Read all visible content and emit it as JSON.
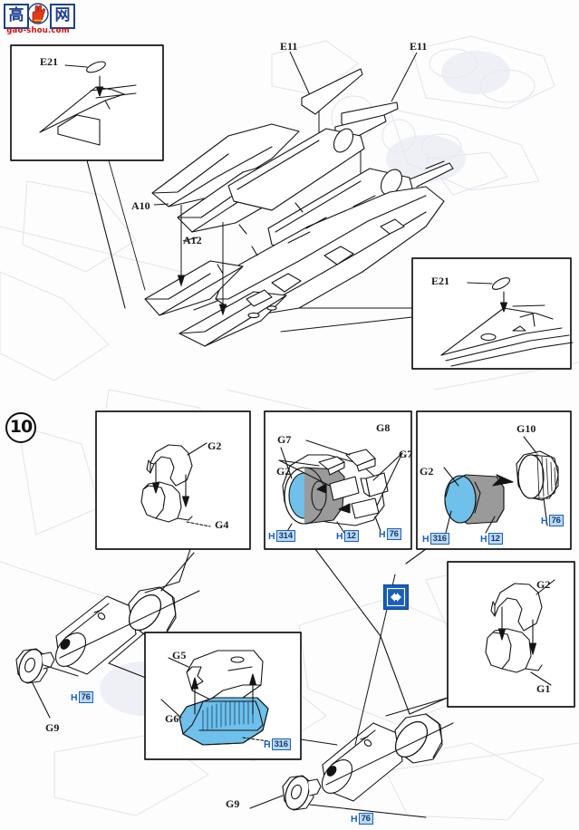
{
  "meta": {
    "sheet_type": "model-kit-assembly-instructions",
    "step_number": "10"
  },
  "logo": {
    "char1": "高",
    "char2": "网",
    "url": "gao-shou.com",
    "box_color": "#1d3f8f",
    "url_color": "#cc1111"
  },
  "top_section": {
    "inset_left": {
      "label": "E21"
    },
    "inset_right": {
      "label": "E21"
    },
    "callouts": [
      {
        "id": "e11-left",
        "label": "E11"
      },
      {
        "id": "e11-right",
        "label": "E11"
      },
      {
        "id": "a10",
        "label": "A10"
      },
      {
        "id": "a12",
        "label": "A12"
      }
    ]
  },
  "step10": {
    "number": "10",
    "box_g2g4": {
      "parts": [
        {
          "label": "G2"
        },
        {
          "label": "G4"
        }
      ]
    },
    "box_intake": {
      "parts": [
        {
          "label": "G7"
        },
        {
          "label": "G8"
        },
        {
          "label": "G7"
        },
        {
          "label": "G2"
        }
      ],
      "paint_codes": [
        {
          "prefix": "H",
          "code": "314"
        },
        {
          "prefix": "H",
          "code": "12"
        },
        {
          "prefix": "H",
          "code": "76"
        }
      ]
    },
    "box_nozzle": {
      "parts": [
        {
          "label": "G10"
        },
        {
          "label": "G2"
        }
      ],
      "paint_codes": [
        {
          "prefix": "H",
          "code": "316"
        },
        {
          "prefix": "H",
          "code": "12"
        },
        {
          "prefix": "H",
          "code": "76"
        }
      ]
    },
    "box_g5g6": {
      "parts": [
        {
          "label": "G5"
        },
        {
          "label": "G6"
        }
      ],
      "paint_codes": [
        {
          "prefix": "H",
          "code": "316"
        }
      ]
    },
    "box_g2g1": {
      "parts": [
        {
          "label": "G2"
        },
        {
          "label": "G1"
        }
      ]
    },
    "engine_left": {
      "parts": [
        {
          "label": "G9"
        }
      ],
      "paint_codes": [
        {
          "prefix": "H",
          "code": "76"
        }
      ]
    },
    "engine_right": {
      "parts": [
        {
          "label": "G9"
        }
      ],
      "paint_codes": [
        {
          "prefix": "H",
          "code": "76"
        }
      ]
    },
    "repeat_icon": {
      "name": "mirror-repeat-icon",
      "color": "#1a5fbe"
    }
  },
  "colors": {
    "line": "#141414",
    "part_fill": "#ffffff",
    "highlight_blue": "#6fc0ea",
    "grey_fill": "#9a9a9a",
    "paint_chip_bg": "#bcd9f2",
    "paint_chip_text": "#123c73",
    "watermark": "#d8dde6"
  }
}
